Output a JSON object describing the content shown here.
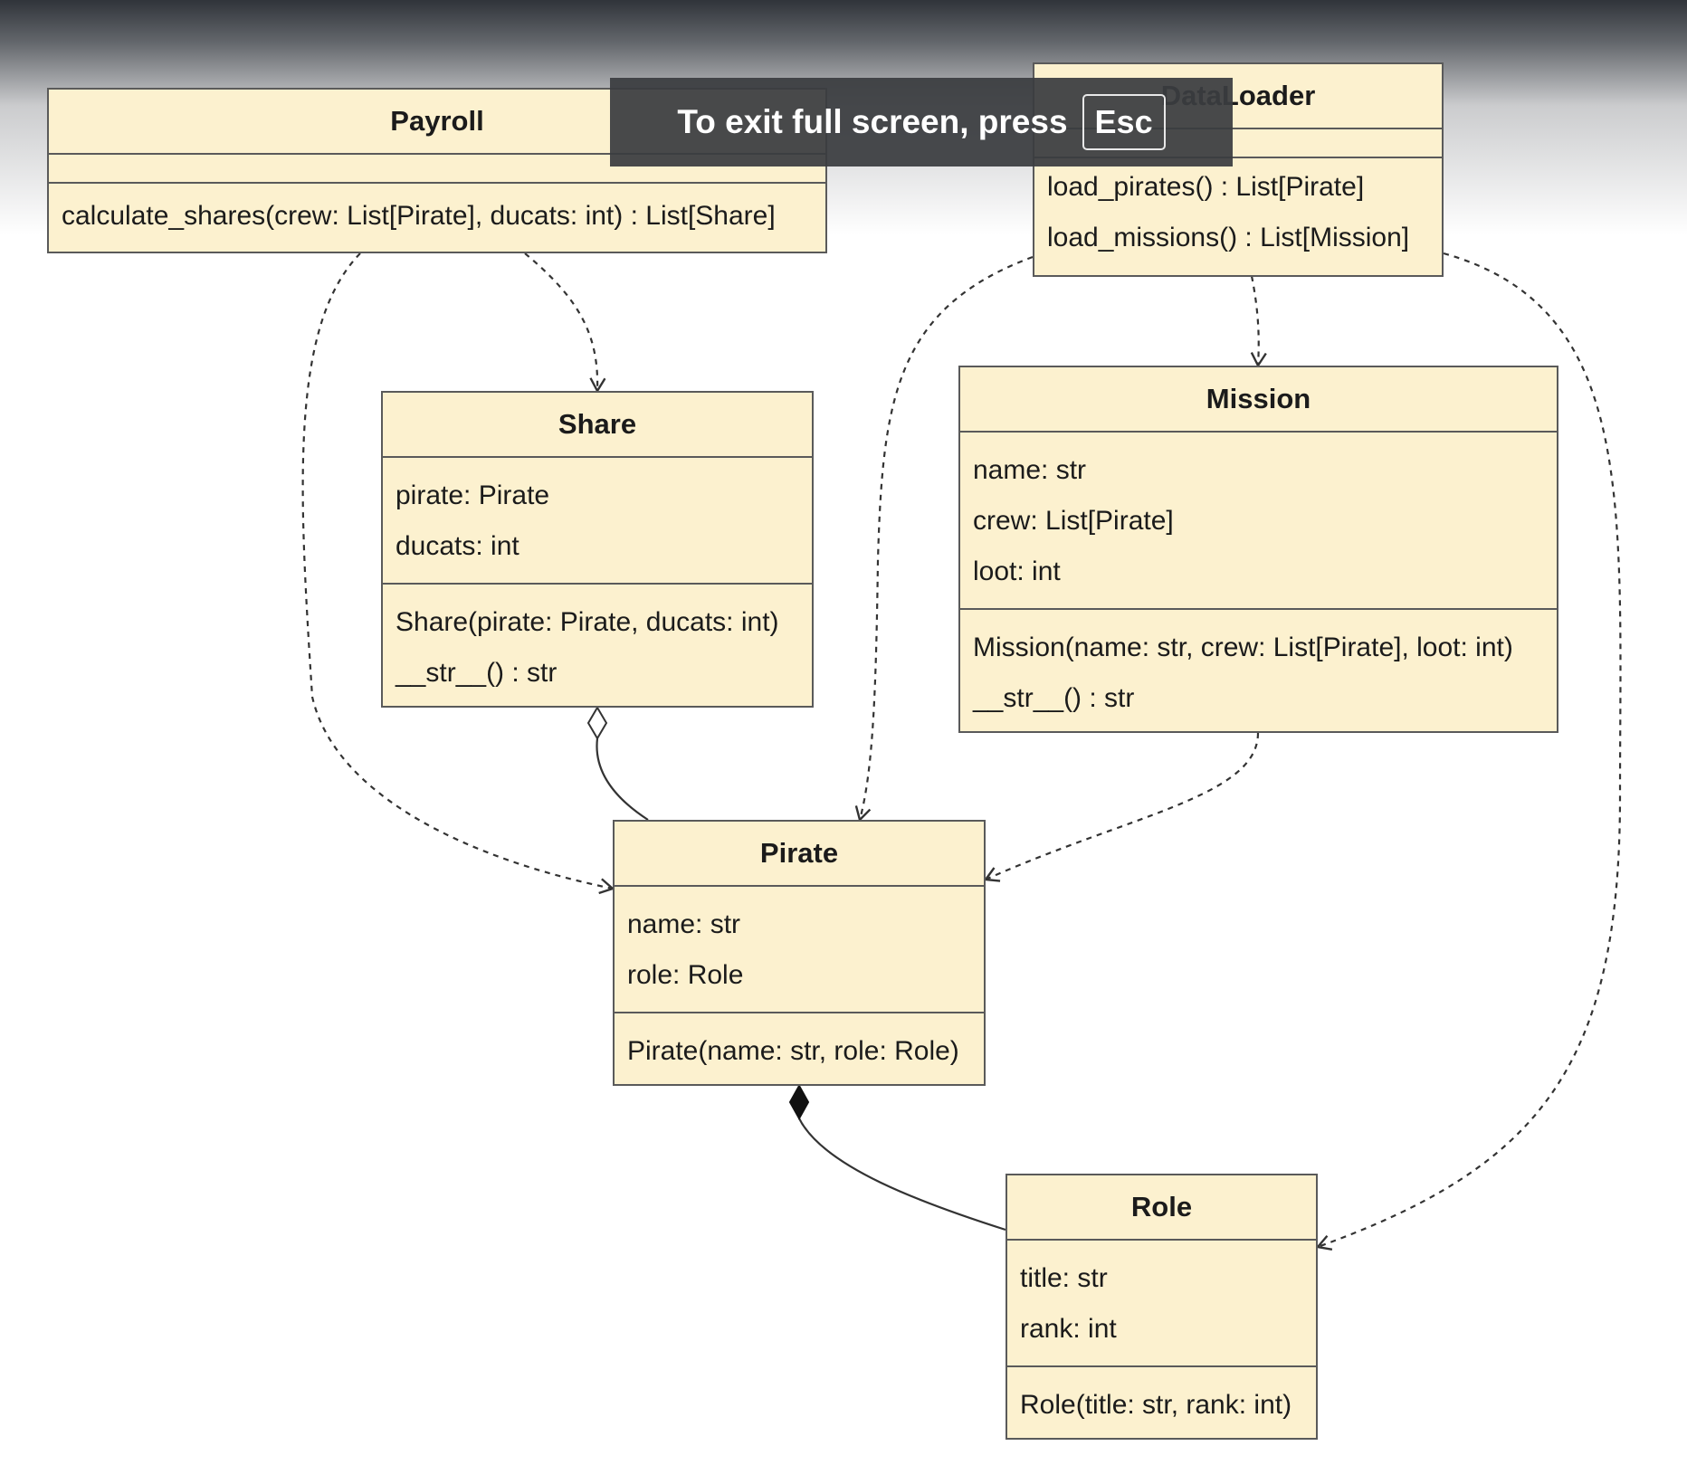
{
  "toast": {
    "message": "To exit full screen, press",
    "key": "Esc"
  },
  "classes": {
    "payroll": {
      "name": "Payroll",
      "attributes": [],
      "methods": [
        "calculate_shares(crew: List[Pirate], ducats: int) : List[Share]"
      ]
    },
    "dataloader": {
      "name": "DataLoader",
      "attributes": [],
      "methods": [
        "load_pirates() : List[Pirate]",
        "load_missions() : List[Mission]"
      ]
    },
    "share": {
      "name": "Share",
      "attributes": [
        "pirate: Pirate",
        "ducats: int"
      ],
      "methods": [
        "Share(pirate: Pirate, ducats: int)",
        "__str__() : str"
      ]
    },
    "mission": {
      "name": "Mission",
      "attributes": [
        "name: str",
        "crew: List[Pirate]",
        "loot: int"
      ],
      "methods": [
        "Mission(name: str, crew: List[Pirate], loot: int)",
        "__str__() : str"
      ]
    },
    "pirate": {
      "name": "Pirate",
      "attributes": [
        "name: str",
        "role: Role"
      ],
      "methods": [
        "Pirate(name: str, role: Role)"
      ]
    },
    "role": {
      "name": "Role",
      "attributes": [
        "title: str",
        "rank: int"
      ],
      "methods": [
        "Role(title: str, rank: int)"
      ]
    }
  },
  "relations": [
    {
      "from": "Payroll",
      "to": "Share",
      "kind": "dependency"
    },
    {
      "from": "Payroll",
      "to": "Pirate",
      "kind": "dependency"
    },
    {
      "from": "DataLoader",
      "to": "Mission",
      "kind": "dependency"
    },
    {
      "from": "DataLoader",
      "to": "Pirate",
      "kind": "dependency"
    },
    {
      "from": "DataLoader",
      "to": "Role",
      "kind": "dependency"
    },
    {
      "from": "Mission",
      "to": "Pirate",
      "kind": "dependency"
    },
    {
      "from": "Share",
      "to": "Pirate",
      "kind": "aggregation"
    },
    {
      "from": "Pirate",
      "to": "Role",
      "kind": "composition"
    }
  ]
}
